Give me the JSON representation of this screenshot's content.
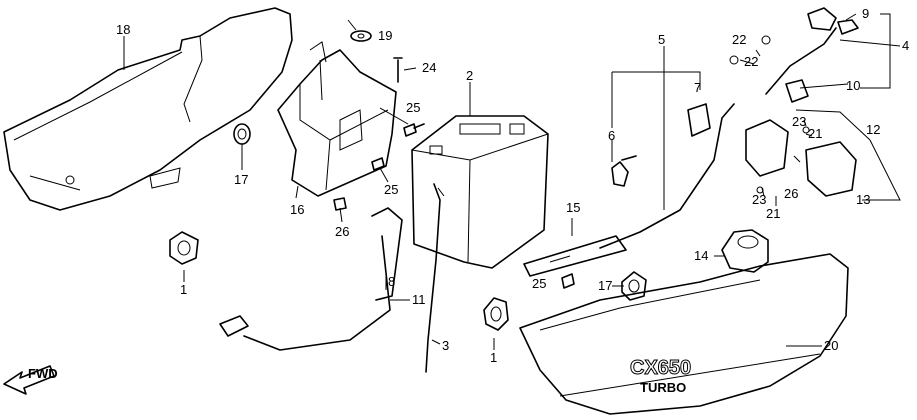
{
  "callouts": {
    "c1a": "1",
    "c1b": "1",
    "c2": "2",
    "c3": "3",
    "c4": "4",
    "c5": "5",
    "c6": "6",
    "c7": "7",
    "c8": "8",
    "c9": "9",
    "c10": "10",
    "c11": "11",
    "c12": "12",
    "c13": "13",
    "c14": "14",
    "c15": "15",
    "c16": "16",
    "c17a": "17",
    "c17b": "17",
    "c18": "18",
    "c19": "19",
    "c20": "20",
    "c21a": "21",
    "c21b": "21",
    "c22a": "22",
    "c22b": "22",
    "c23a": "23",
    "c23b": "23",
    "c24": "24",
    "c25a": "25",
    "c25b": "25",
    "c25c": "25",
    "c26a": "26",
    "c26b": "26"
  },
  "cover_text": {
    "model": "CX650",
    "sub": "TURBO"
  },
  "fwd": "FWD"
}
